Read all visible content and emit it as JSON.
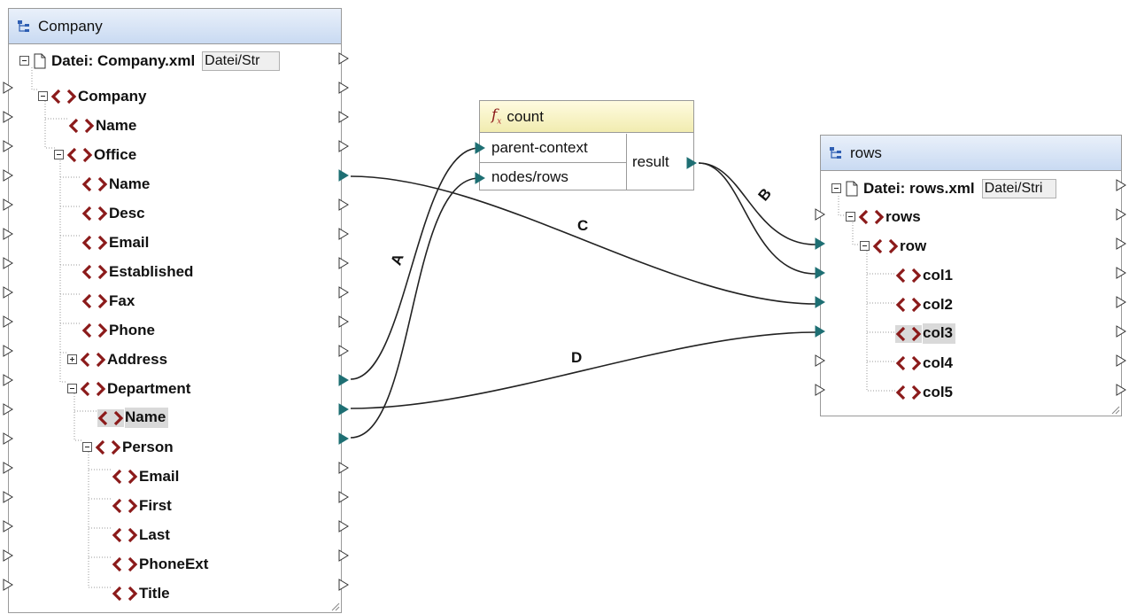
{
  "company": {
    "title": "Company",
    "file_label": "Datei: Company.xml",
    "file_button": "Datei/Str",
    "tree": [
      "Company",
      "Name",
      "Office",
      "Name",
      "Desc",
      "Email",
      "Established",
      "Fax",
      "Phone",
      "Address",
      "Department",
      "Name",
      "Person",
      "Email",
      "First",
      "Last",
      "PhoneExt",
      "Title"
    ]
  },
  "count": {
    "title": "count",
    "inputs": [
      "parent-context",
      "nodes/rows"
    ],
    "output": "result"
  },
  "rows": {
    "title": "rows",
    "file_label": "Datei: rows.xml",
    "file_button": "Datei/Stri",
    "tree": [
      "rows",
      "row",
      "col1",
      "col2",
      "col3",
      "col4",
      "col5"
    ]
  },
  "connections": {
    "labels": [
      "A",
      "B",
      "C",
      "D"
    ]
  },
  "colors": {
    "element_icon": "#8b1a1a",
    "connected_port": "#1e6f73",
    "component_header_blue": "#c9daf2",
    "function_header_yellow": "#f1ecb0"
  }
}
